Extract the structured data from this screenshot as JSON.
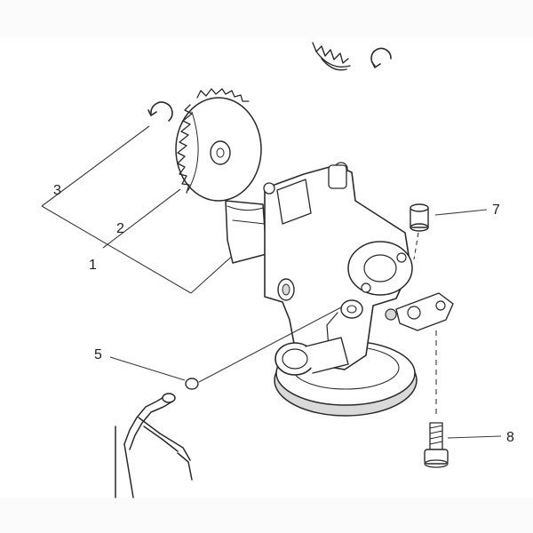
{
  "diagram": {
    "callouts": {
      "part_1": "1",
      "part_2": "2",
      "part_3": "3",
      "part_5": "5",
      "part_7": "7",
      "part_8": "8"
    }
  }
}
